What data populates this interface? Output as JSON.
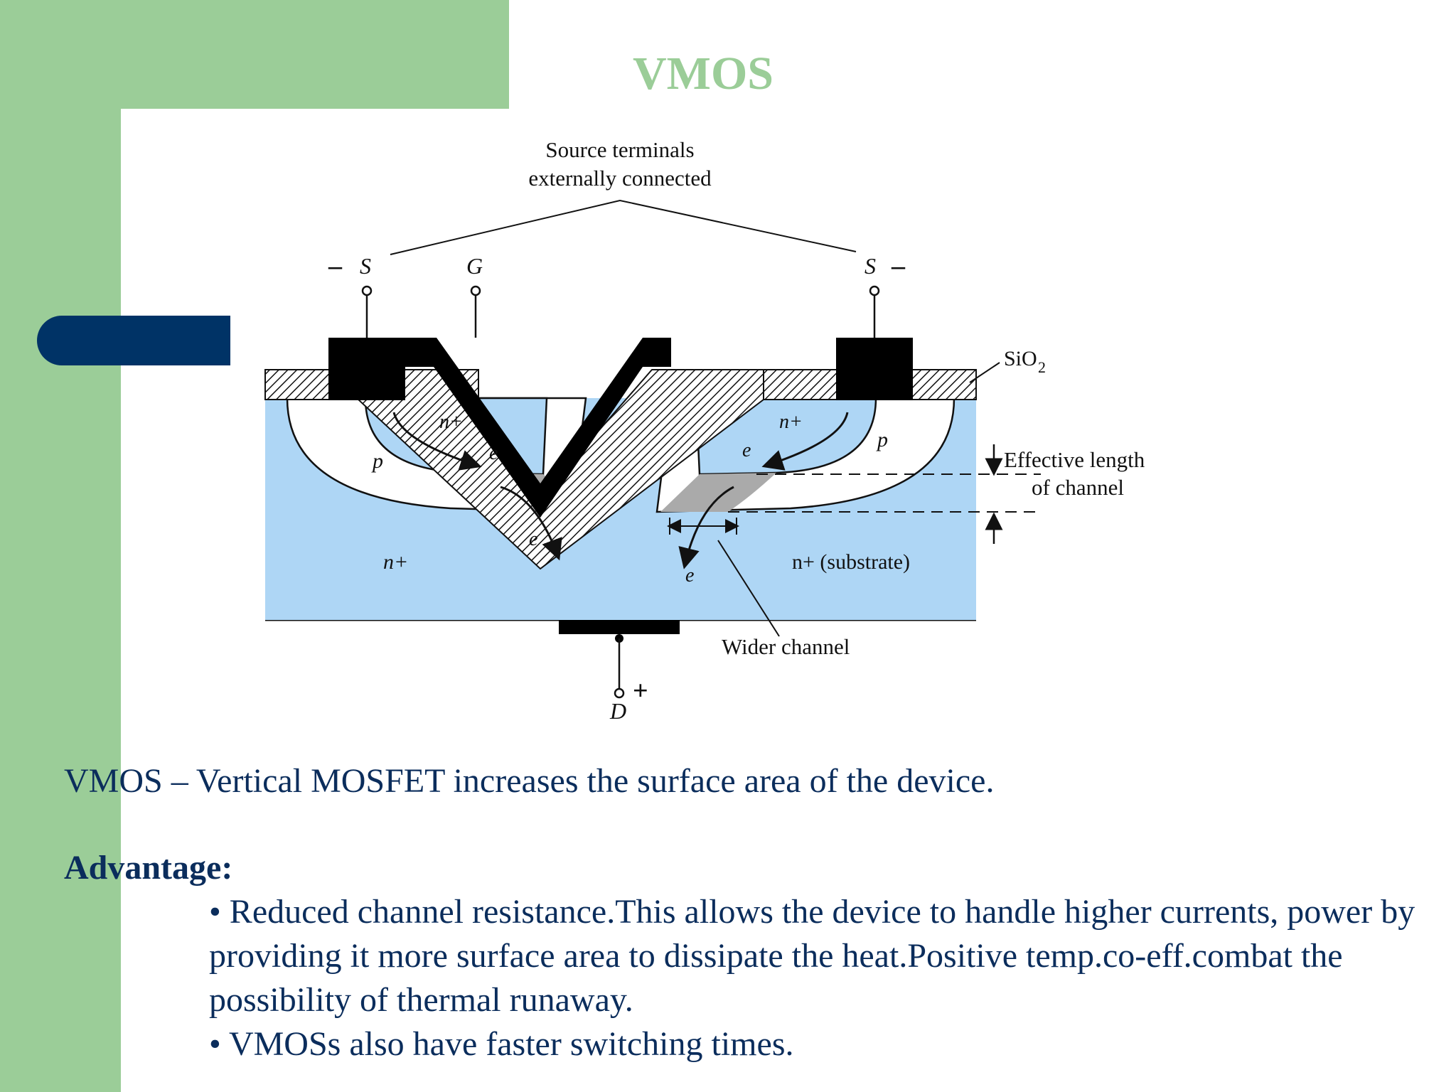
{
  "slide": {
    "title": "VMOS",
    "colors": {
      "accent_green": "#9bcd98",
      "navy": "#003366",
      "text": "#0b2d5c",
      "substrate_blue": "#aed6f5"
    }
  },
  "diagram": {
    "top_label_line1": "Source terminals",
    "top_label_line2": "externally connected",
    "source_left": "S",
    "source_left_sign": "–",
    "gate": "G",
    "source_right": "S",
    "source_right_sign": "–",
    "oxide_label": "SiO",
    "oxide_sub": "2",
    "n_plus_left": "n+",
    "n_plus_right": "n+",
    "p_left": "p",
    "p_right": "p",
    "e": "e",
    "n_plus_bulk": "n+",
    "substrate": "n+ (substrate)",
    "effective_line1": "Effective length",
    "effective_line2": "of channel",
    "wider_channel": "Wider channel",
    "drain": "D",
    "drain_sign": "+"
  },
  "body": {
    "intro": "VMOS – Vertical MOSFET increases the surface area of the device.",
    "advantage_heading": "Advantage:",
    "bullets": [
      "• Reduced channel resistance.This allows the device to handle higher currents, power by providing it more surface area to dissipate the heat.Positive temp.co-eff.combat the possibility of thermal runaway.",
      "• VMOSs also have faster switching times."
    ]
  }
}
